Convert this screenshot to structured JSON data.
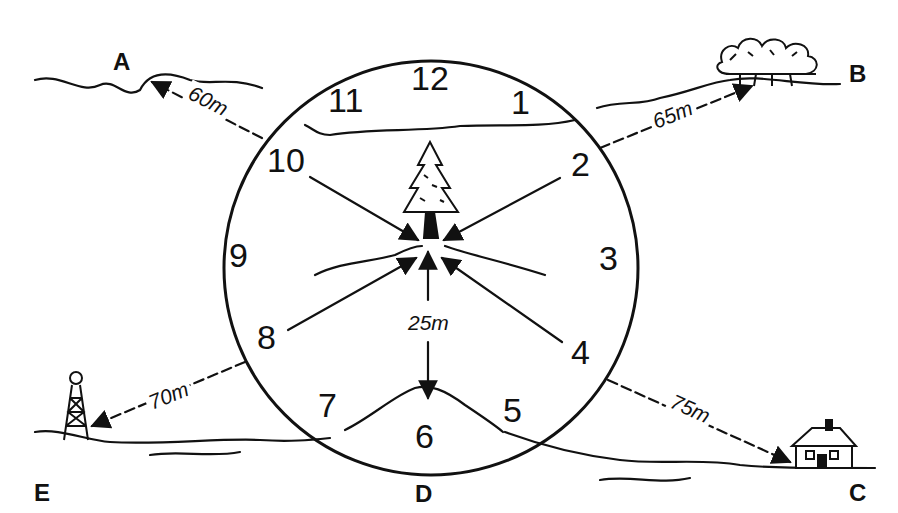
{
  "diagram": {
    "labels": [
      "A",
      "60m",
      "12",
      "11",
      "1",
      "10",
      "2",
      "65m",
      "B",
      "9",
      "3",
      "25m",
      "8",
      "4",
      "70m",
      "7",
      "6",
      "5",
      "75m",
      "E",
      "D",
      "C"
    ]
  }
}
